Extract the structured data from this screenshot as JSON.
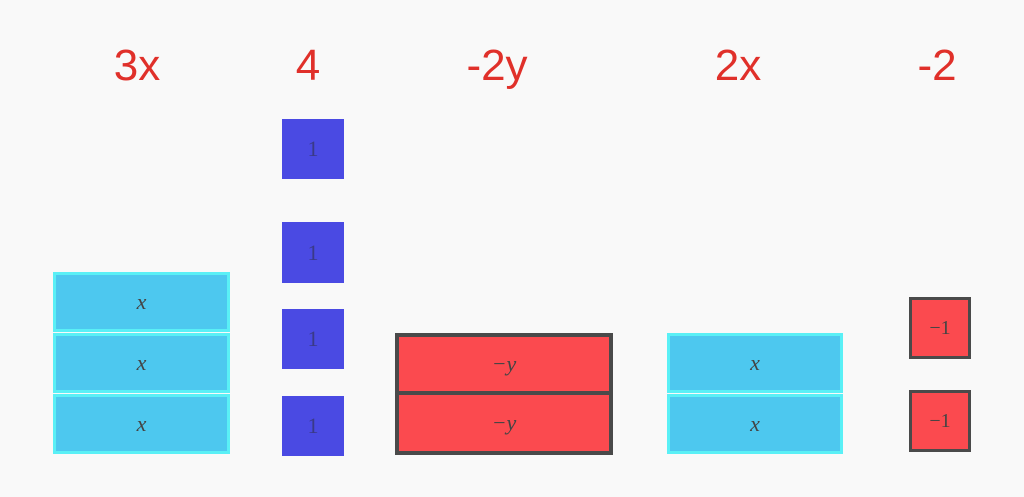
{
  "term_labels": {
    "t1": "3x",
    "t2": "4",
    "t3": "-2y",
    "t4": "2x",
    "t5": "-2"
  },
  "tiles": {
    "x": "x",
    "neg_y": "−y",
    "one": "1",
    "neg_one": "−1"
  },
  "colors": {
    "label_red": "#e0302a",
    "x_tile_fill": "#4dc8ef",
    "x_tile_border": "#5af0f6",
    "neg_tile_fill": "#fb4a4f",
    "neg_tile_border": "#4a4a4a",
    "unit_tile_fill": "#4a4ae3"
  }
}
